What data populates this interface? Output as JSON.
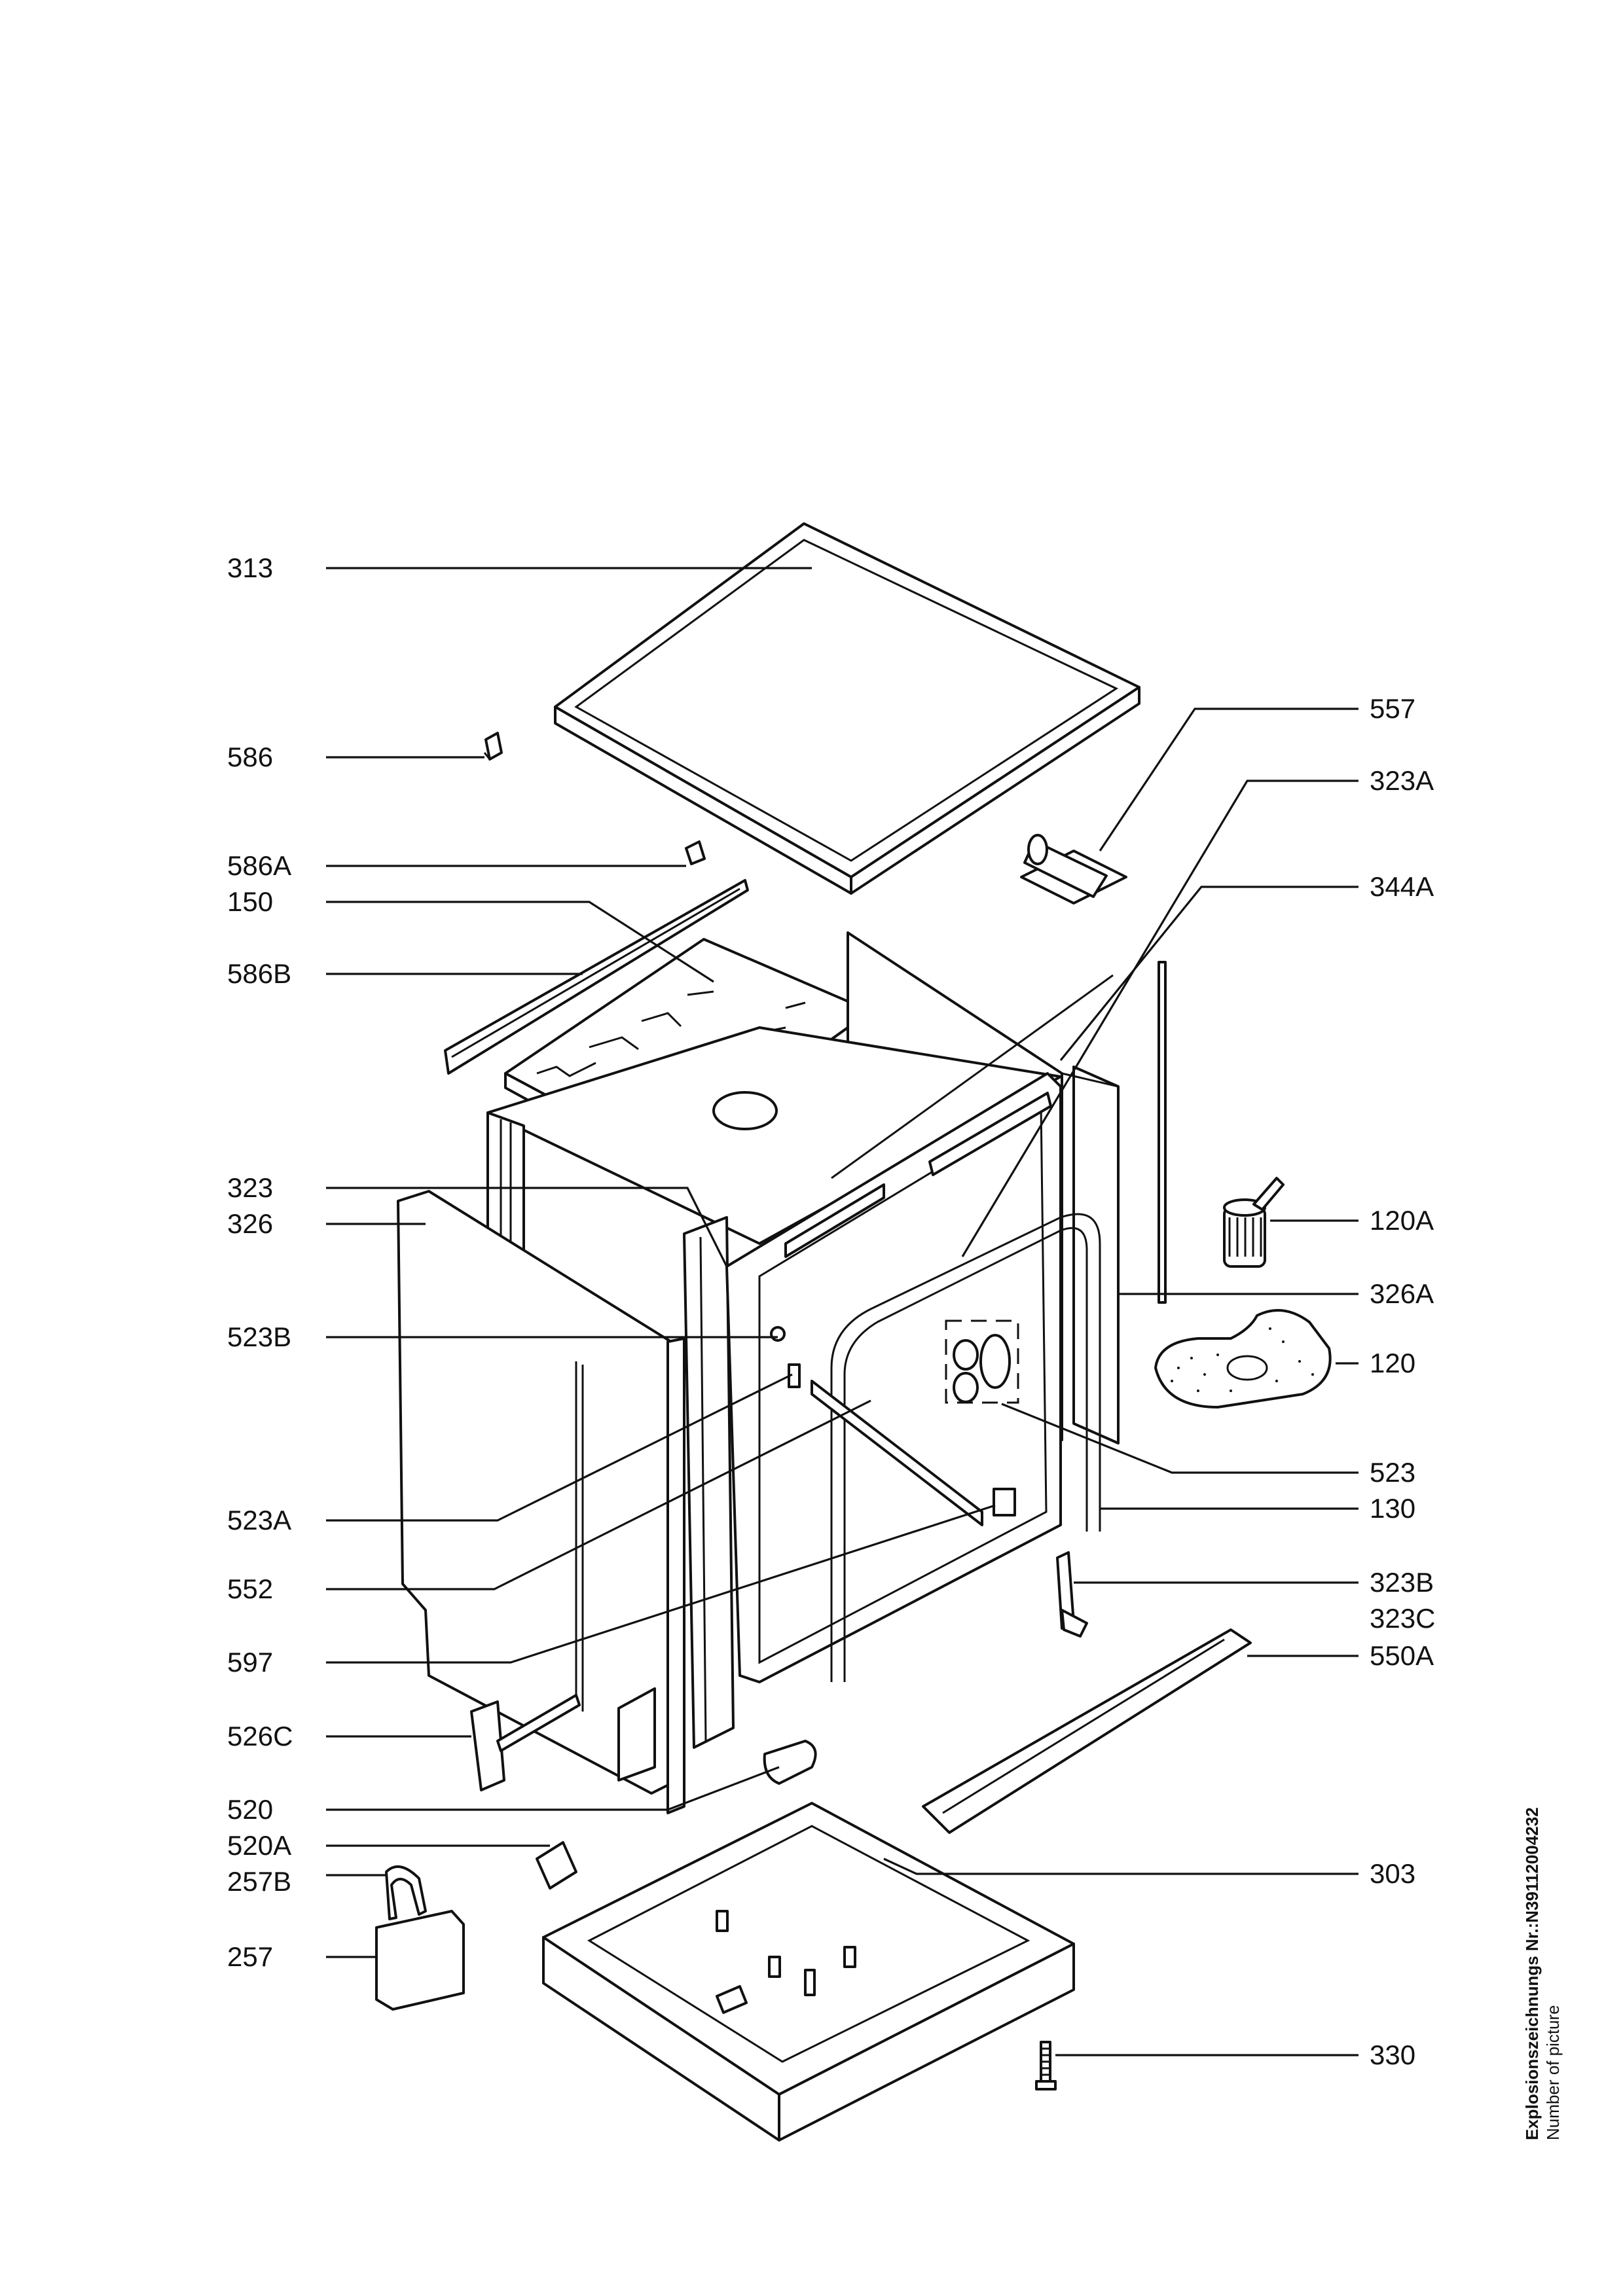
{
  "callouts": [
    {
      "id": "313"
    },
    {
      "id": "586"
    },
    {
      "id": "586A"
    },
    {
      "id": "150"
    },
    {
      "id": "586B"
    },
    {
      "id": "323"
    },
    {
      "id": "326"
    },
    {
      "id": "523B"
    },
    {
      "id": "523A"
    },
    {
      "id": "552"
    },
    {
      "id": "597"
    },
    {
      "id": "526C"
    },
    {
      "id": "520"
    },
    {
      "id": "520A"
    },
    {
      "id": "257B"
    },
    {
      "id": "257"
    },
    {
      "id": "557"
    },
    {
      "id": "323A"
    },
    {
      "id": "344A"
    },
    {
      "id": "120A"
    },
    {
      "id": "326A"
    },
    {
      "id": "120"
    },
    {
      "id": "523"
    },
    {
      "id": "130"
    },
    {
      "id": "323B"
    },
    {
      "id": "323C"
    },
    {
      "id": "550A"
    },
    {
      "id": "303"
    },
    {
      "id": "330"
    }
  ],
  "footer": {
    "explosion_number": "Explosionszeichnungs Nr.:N3911200423​2",
    "number_of_picture": "Number of picture"
  }
}
